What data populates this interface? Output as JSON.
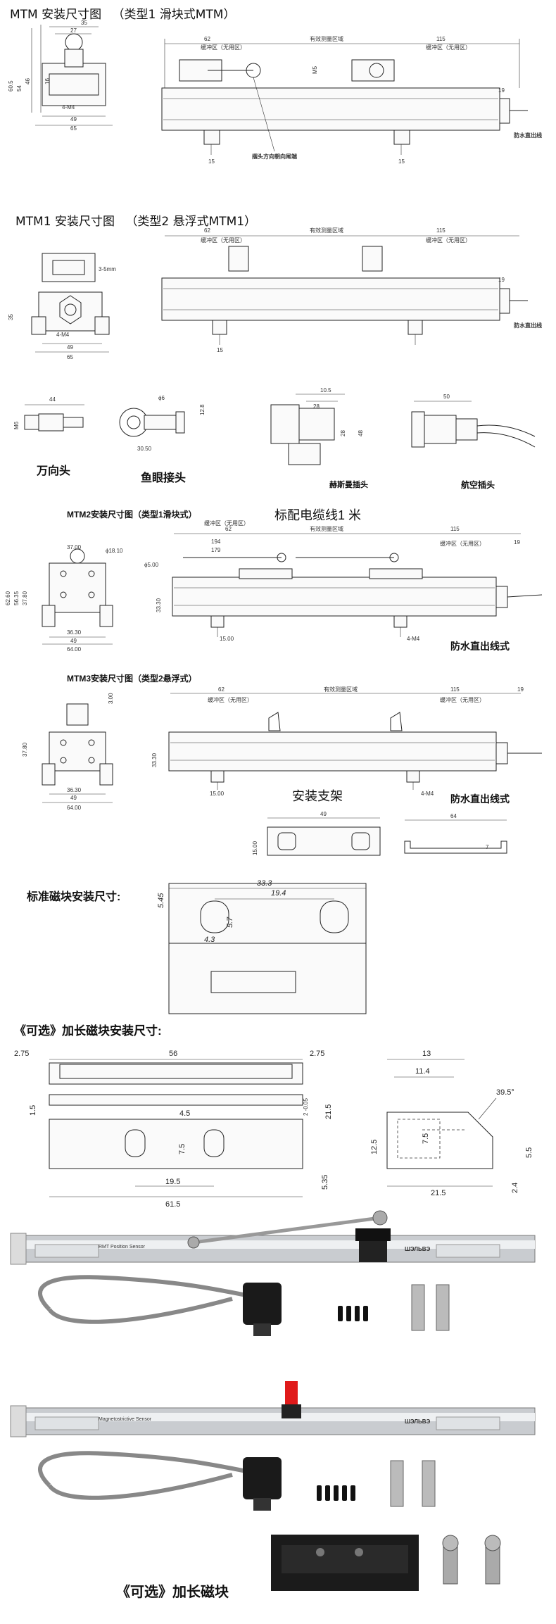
{
  "sections": {
    "mtm": {
      "title": "MTM 安装尺寸图",
      "subtitle": "（类型1 滑块式MTM）",
      "dims": [
        "35",
        "27",
        "60.5",
        "54",
        "46",
        "4-M4",
        "49",
        "65",
        "16",
        "62",
        "有效测量区域",
        "115",
        "缓冲区（无用区）",
        "缓冲区（无用区）",
        "M5",
        "15",
        "15",
        "19",
        "防水直出线",
        "摆头方向朝向尾端"
      ]
    },
    "mtm1": {
      "title": "MTM1 安装尺寸图",
      "subtitle": "（类型2 悬浮式MTM1）",
      "dims": [
        "3-5mm",
        "35",
        "4-M4",
        "49",
        "65",
        "62",
        "有效测量区域",
        "115",
        "缓冲区（无用区）",
        "缓冲区（无用区）",
        "19",
        "15",
        "防水直出线"
      ]
    },
    "connectors": {
      "items": [
        {
          "label": "万向头",
          "dims": [
            "44",
            "M6"
          ]
        },
        {
          "label": "鱼眼接头",
          "dims": [
            "ϕ6",
            "12.8",
            "30.50"
          ]
        },
        {
          "label": "赫斯曼插头",
          "dims": [
            "10.5",
            "28",
            "28",
            "48"
          ]
        },
        {
          "label": "航空插头",
          "dims": [
            "50"
          ]
        }
      ],
      "cable_note": "标配电缆线1 米"
    },
    "mtm2": {
      "title": "MTM2安装尺寸图（类型1滑块式）",
      "dims": [
        "37.00",
        "ϕ18.10",
        "ϕ5.00",
        "62.60",
        "56.35",
        "37.80",
        "36.30",
        "49",
        "64.00",
        "62",
        "194",
        "179",
        "缓冲区（无用区）",
        "有效测量区域",
        "115",
        "缓冲区（无用区）",
        "19",
        "33.30",
        "15.00",
        "4-M4"
      ],
      "cable": "防水直出线式"
    },
    "mtm3": {
      "title": "MTM3安装尺寸图（类型2悬浮式）",
      "dims": [
        "3.00",
        "37.80",
        "36.30",
        "49",
        "64.00",
        "62",
        "有效测量区域",
        "115",
        "缓冲区（无用区）",
        "缓冲区（无用区）",
        "19",
        "33.30",
        "15.00",
        "4-M4"
      ],
      "cable": "防水直出线式",
      "bracket_title": "安装支架",
      "bracket_dims": [
        "49",
        "64",
        "15.00",
        "7"
      ]
    },
    "magnet_std": {
      "title": "标准磁块安装尺寸:",
      "dims": [
        "33.3",
        "19.4",
        "5.45",
        "5.7",
        "4.3"
      ]
    },
    "magnet_long": {
      "title": "《可选》加长磁块安装尺寸:",
      "dims": [
        "2.75",
        "56",
        "2.75",
        "1.5",
        "4.5",
        "21.5",
        "7.5",
        "19.5",
        "61.5",
        "5.35",
        "13",
        "11.4",
        "39.5°",
        "12.5",
        "7.5",
        "5.5",
        "21.5",
        "2.4",
        "2 -0.05"
      ]
    },
    "photo1": {
      "label_left": "RMT Position Sensor",
      "label_right": "ШЭЛЬВЭ"
    },
    "photo2": {
      "caption": "《可选》加长磁块",
      "label_left": "Magnetostrictive Sensor",
      "label_right": "ШЭЛЬВЭ"
    }
  }
}
